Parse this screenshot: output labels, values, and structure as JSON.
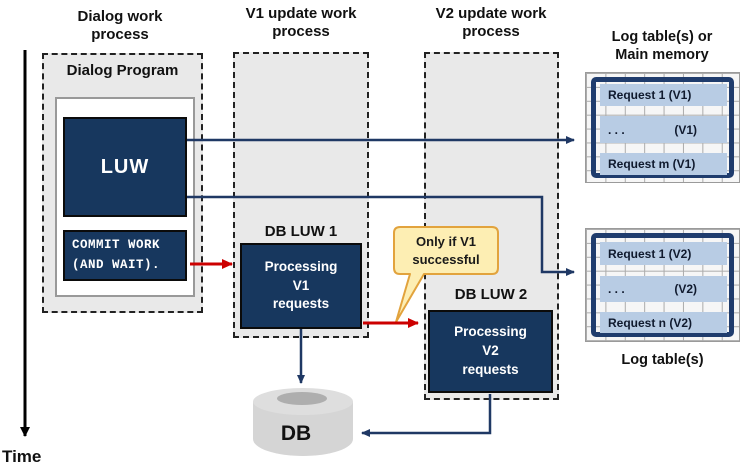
{
  "columns": {
    "dialog_title": "Dialog work process",
    "v1_title": "V1 update work process",
    "v2_title": "V2 update work process"
  },
  "dialog": {
    "program_label": "Dialog Program",
    "luw": "LUW",
    "commit_line1": "COMMIT WORK",
    "commit_line2": "(AND WAIT)."
  },
  "v1_process": {
    "header": "DB LUW 1",
    "line1": "Processing",
    "line2": "V1",
    "line3": "requests"
  },
  "v2_process": {
    "header": "DB LUW 2",
    "line1": "Processing",
    "line2": "V2",
    "line3": "requests"
  },
  "callout": {
    "line1": "Only if V1",
    "line2": "successful"
  },
  "log_tables": {
    "title_line1": "Log table(s) or",
    "title_line2": "Main memory",
    "caption": "Log table(s)",
    "v1_rows": [
      {
        "left": "Request 1 (V1)",
        "right": ""
      },
      {
        "left": ". . .",
        "right": "(V1)"
      },
      {
        "left": "Request m (V1)",
        "right": ""
      }
    ],
    "v2_rows": [
      {
        "left": "Request 1 (V2)",
        "right": ""
      },
      {
        "left": ". . .",
        "right": "(V2)"
      },
      {
        "left": "Request n (V2)",
        "right": ""
      }
    ]
  },
  "db_label": "DB",
  "time_label": "Time",
  "colors": {
    "navy": "#17375e",
    "arrow-blue": "#1f3864",
    "arrow-red": "#cc0000",
    "band-blue": "#b8cce4",
    "table-border": "#1f3c6d",
    "callout-bg": "#fdeeb3",
    "callout-border": "#e2a33d",
    "panel-gray": "#e9e9e9"
  }
}
